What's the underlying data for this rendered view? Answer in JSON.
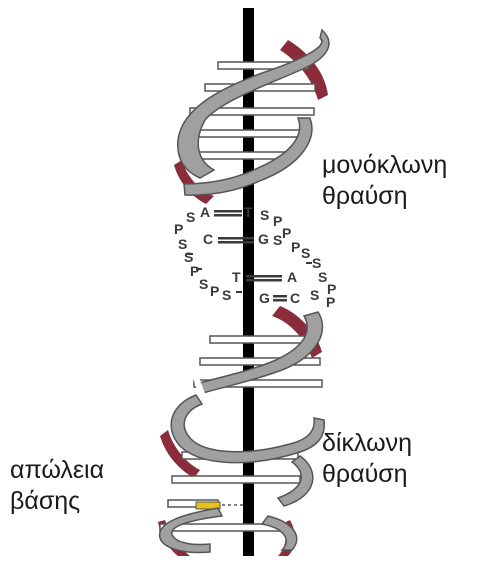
{
  "labels": {
    "single_strand": [
      "μονόκλωνη",
      "θραύση"
    ],
    "double_strand": [
      "δίκλωνη",
      "θραύση"
    ],
    "base_loss": [
      "απώλεια",
      "βάσης"
    ]
  },
  "melted_region": {
    "strand_letters": [
      "P",
      "S",
      "A",
      "T",
      "S",
      "P",
      "S",
      "P",
      "C",
      "G",
      "S",
      "S",
      "P",
      "S",
      "S",
      "P",
      "T",
      "A",
      "S",
      "P",
      "S",
      "P",
      "S",
      "G",
      "C",
      "S",
      "P"
    ]
  },
  "colors": {
    "backbone": "#a0a0a0",
    "backbone_edge": "#555555",
    "strand_dark": "#8b2c3a",
    "axis": "#000000",
    "damaged_base": "#e8c21a"
  }
}
